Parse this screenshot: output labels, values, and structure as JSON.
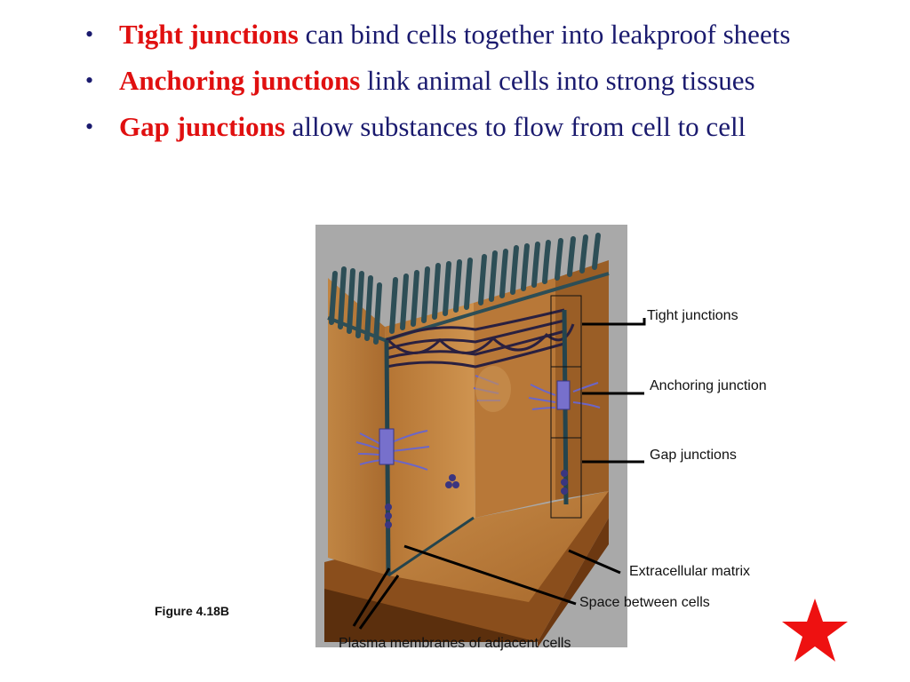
{
  "bullets": [
    {
      "term": "Tight junctions",
      "rest": " can bind cells together into leakproof sheets"
    },
    {
      "term": "Anchoring junctions",
      "rest": " link animal cells into strong tissues"
    },
    {
      "term": "Gap junctions",
      "rest": " allow substances to flow from cell to cell"
    }
  ],
  "figure": {
    "caption": "Figure 4.18B",
    "labels": {
      "tight": "Tight junctions",
      "anchoring": "Anchoring junction",
      "gap": "Gap junctions",
      "ecm": "Extracellular matrix",
      "space": "Space between cells",
      "membranes": "Plasma membranes of adjacent cells"
    }
  },
  "colors": {
    "bullet_text": "#1a1a6e",
    "term": "#e01010",
    "star": "#ee1111"
  }
}
